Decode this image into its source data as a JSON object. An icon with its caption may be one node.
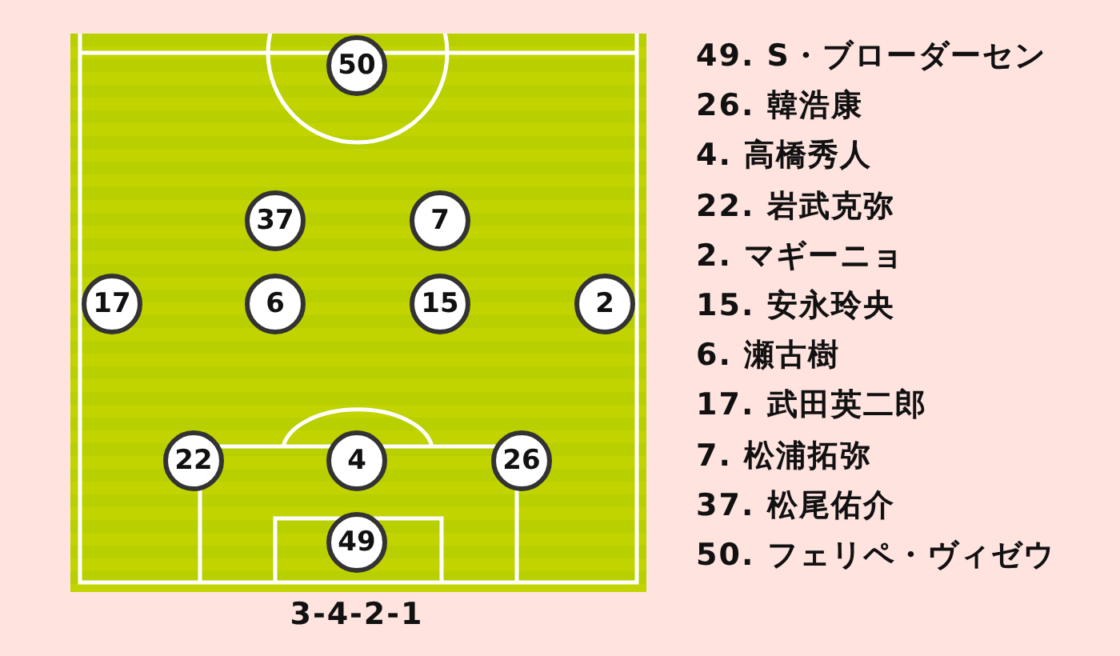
{
  "diagram": {
    "caption": "3-4-2-1",
    "nodes": [
      {
        "text": [
          "50"
        ]
      },
      {
        "text": [
          "37"
        ]
      },
      {
        "text": [
          "7"
        ]
      },
      {
        "text": [
          "17"
        ]
      },
      {
        "text": [
          "6"
        ]
      },
      {
        "text": [
          "15"
        ]
      },
      {
        "text": [
          "2"
        ]
      },
      {
        "text": [
          "22"
        ]
      },
      {
        "text": [
          "4"
        ]
      },
      {
        "text": [
          "26"
        ]
      },
      {
        "text": [
          "49"
        ]
      }
    ],
    "labels": [
      "49. S・ブローダーセン",
      "26. 韓浩康",
      "4. 高橋秀人",
      "22. 岩武克弥",
      "2. マギーニョ",
      "15. 安永玲央",
      "6. 瀬古樹",
      "17. 武田英二郎",
      "7. 松浦拓弥",
      "37. 松尾佑介",
      "50. フェリペ・ヴィゼウ"
    ]
  }
}
